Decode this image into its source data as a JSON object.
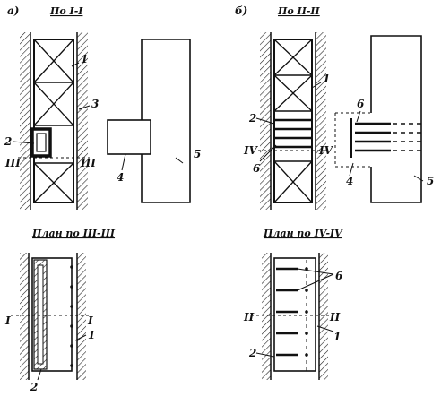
{
  "figure_a": {
    "letter": "а)",
    "section_title": "По I-I",
    "plan_title": "План по III-III",
    "labels": {
      "n1": "1",
      "n2": "2",
      "n3": "3",
      "n4": "4",
      "n5": "5",
      "sec_left": "III",
      "sec_right": "III",
      "plan_n1": "1",
      "plan_n2": "2",
      "plan_sec_left": "I",
      "plan_sec_right": "I"
    }
  },
  "figure_b": {
    "letter": "б)",
    "section_title": "По II-II",
    "plan_title": "План по IV-IV",
    "labels": {
      "n1": "1",
      "n2": "2",
      "n4": "4",
      "n5": "5",
      "n6a": "6",
      "n6b": "6",
      "sec_left": "IV",
      "sec_right": "IV",
      "plan_n1": "1",
      "plan_n2": "2",
      "plan_n6": "6",
      "plan_sec_left": "II",
      "plan_sec_right": "II"
    }
  }
}
